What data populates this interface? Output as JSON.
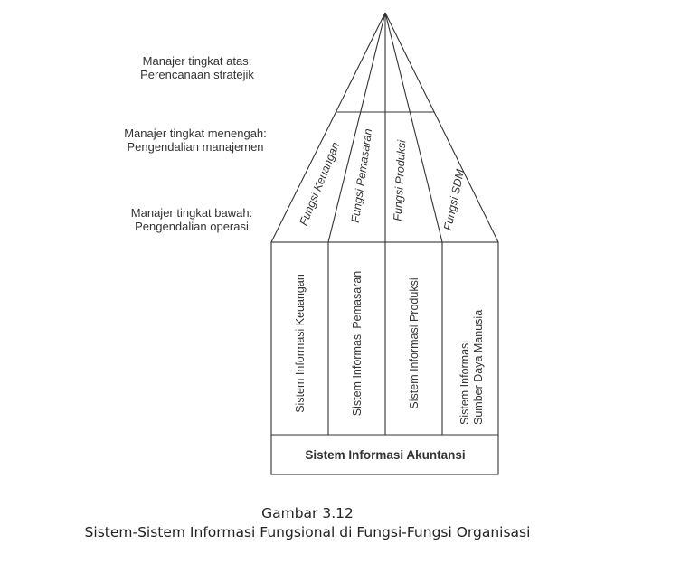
{
  "levels": [
    {
      "title": "Manajer tingkat atas:",
      "desc": "Perencanaan stratejik"
    },
    {
      "title": "Manajer tingkat menengah:",
      "desc": "Pengendalian manajemen"
    },
    {
      "title": "Manajer tingkat bawah:",
      "desc": "Pengendalian operasi"
    }
  ],
  "functions": [
    "Fungsi Keuangan",
    "Fungsi Pemasaran",
    "Fungsi Produksi",
    "Fungsi SDM"
  ],
  "systems": [
    {
      "line1": "Sistem Informasi Keuangan",
      "line2": ""
    },
    {
      "line1": "Sistem Informasi Pemasaran",
      "line2": ""
    },
    {
      "line1": "Sistem Informasi Produksi",
      "line2": ""
    },
    {
      "line1": "Sistem Informasi",
      "line2": "Sumber Daya Manusia"
    }
  ],
  "base": "Sistem Informasi Akuntansi",
  "caption": {
    "number": "Gambar 3.12",
    "title": "Sistem-Sistem Informasi Fungsional di Fungsi-Fungsi Organisasi"
  }
}
